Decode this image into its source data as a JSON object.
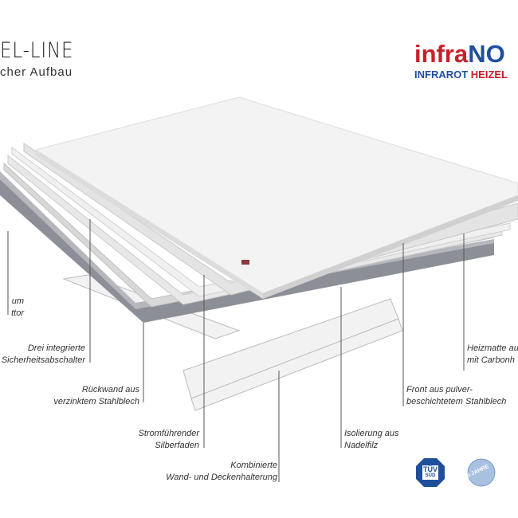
{
  "header": {
    "title": "EL-LINE",
    "subtitle": "cher Aufbau"
  },
  "logo": {
    "brand_red": "infra",
    "brand_blue": "NO",
    "tag_blue": "INFRAROT ",
    "tag_red": "HEIZEL",
    "colors": {
      "red": "#c8202a",
      "blue": "#1f4fa0"
    }
  },
  "labels": {
    "l1": [
      "um",
      "ttor"
    ],
    "l2": [
      "Drei integrierte",
      "Sicherheitsabschalter"
    ],
    "l3": [
      "Rückwand aus",
      "verzinktem Stahlblech"
    ],
    "l4": [
      "Stromführender",
      "Silberfaden"
    ],
    "l5": [
      "Kombinierte",
      "Wand- und Deckenhalterung"
    ],
    "l6": [
      "Isolierung aus",
      "Nadelfilz"
    ],
    "l7": [
      "Front aus pulver-",
      "beschichtetem Stahlblech"
    ],
    "l8": [
      "Heizmatte au",
      "mit Carbonh"
    ]
  },
  "badges": {
    "tuv": "TÜV",
    "tuv_sub": "SÜD",
    "garantie": "5 JAHRE"
  }
}
